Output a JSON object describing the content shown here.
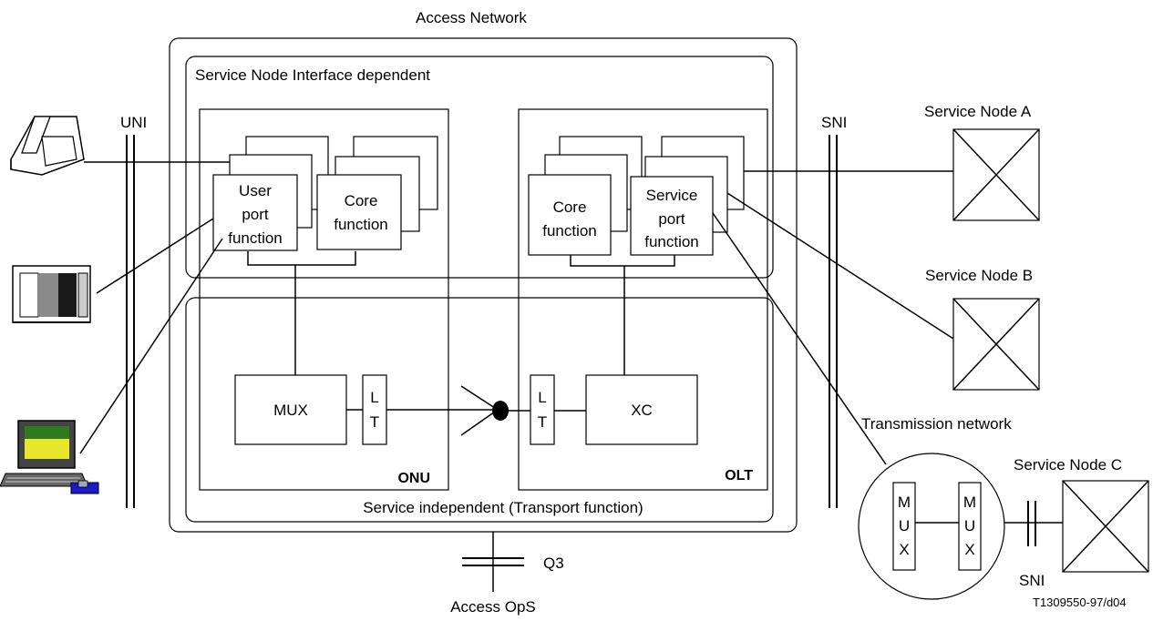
{
  "labels": {
    "access_network": "Access Network",
    "sni_dependent": "Service Node Interface dependent",
    "service_independent": "Service independent (Transport function)",
    "uni": "UNI",
    "sni_main": "SNI",
    "sni_small": "SNI",
    "onu": "ONU",
    "olt": "OLT",
    "user_port": [
      "User",
      "port",
      "function"
    ],
    "core_left": [
      "Core",
      "function"
    ],
    "core_right": [
      "Core",
      "function"
    ],
    "service_port": [
      "Service",
      "port",
      "function"
    ],
    "mux": "MUX",
    "lt_left": [
      "L",
      "T"
    ],
    "lt_right": [
      "L",
      "T"
    ],
    "xc": "XC",
    "q3": "Q3",
    "access_ops": "Access OpS",
    "service_node_a": "Service Node A",
    "service_node_b": "Service Node B",
    "service_node_c": "Service Node C",
    "transmission_network": "Transmission network",
    "tn_mux_left": [
      "M",
      "U",
      "X"
    ],
    "tn_mux_right": [
      "M",
      "U",
      "X"
    ],
    "figure_id": "T1309550-97/d04"
  },
  "icons": [
    "telephone-icon",
    "television-icon",
    "computer-terminal-icon"
  ],
  "colors": {
    "terminal_screen_top": "#2f7a1e",
    "terminal_screen_bottom": "#e6e62a",
    "keyboard_mouse": "#1b1bcc"
  }
}
